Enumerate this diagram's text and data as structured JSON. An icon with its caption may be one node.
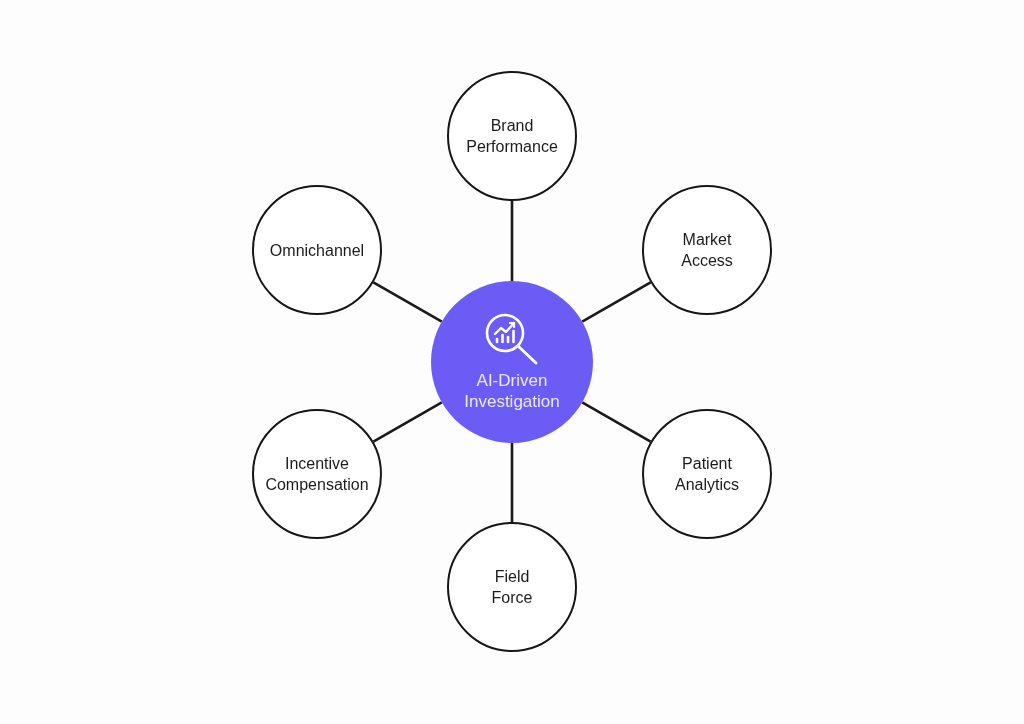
{
  "diagram": {
    "nodes": [
      {
        "text": [
          "AI-Driven Investigation"
        ]
      },
      {
        "text": [
          "Brand Performance"
        ]
      },
      {
        "text": [
          "Market Access"
        ]
      },
      {
        "text": [
          "Patient Analytics"
        ]
      },
      {
        "text": [
          "Field Force"
        ]
      },
      {
        "text": [
          "Incentive Compensation"
        ]
      },
      {
        "text": [
          "Omnichannel"
        ]
      }
    ],
    "edges": [
      {
        "from": 0,
        "to": 1,
        "arrow": "none"
      },
      {
        "from": 0,
        "to": 2,
        "arrow": "none"
      },
      {
        "from": 0,
        "to": 3,
        "arrow": "none"
      },
      {
        "from": 0,
        "to": 4,
        "arrow": "none"
      },
      {
        "from": 0,
        "to": 5,
        "arrow": "none"
      },
      {
        "from": 0,
        "to": 6,
        "arrow": "none"
      }
    ]
  }
}
